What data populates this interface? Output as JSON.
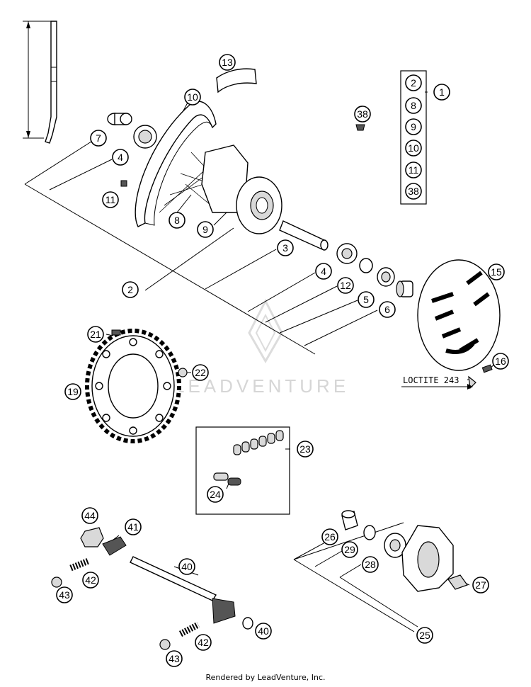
{
  "callouts": [
    {
      "label": "1"
    },
    {
      "label": "2"
    },
    {
      "label": "3"
    },
    {
      "label": "4"
    },
    {
      "label": "5"
    },
    {
      "label": "6"
    },
    {
      "label": "7"
    },
    {
      "label": "8"
    },
    {
      "label": "9"
    },
    {
      "label": "10"
    },
    {
      "label": "11"
    },
    {
      "label": "12"
    },
    {
      "label": "13"
    },
    {
      "label": "15"
    },
    {
      "label": "16"
    },
    {
      "label": "19"
    },
    {
      "label": "21"
    },
    {
      "label": "22"
    },
    {
      "label": "23"
    },
    {
      "label": "24"
    },
    {
      "label": "25"
    },
    {
      "label": "26"
    },
    {
      "label": "27"
    },
    {
      "label": "28"
    },
    {
      "label": "29"
    },
    {
      "label": "38"
    },
    {
      "label": "40"
    },
    {
      "label": "41"
    },
    {
      "label": "42"
    },
    {
      "label": "43"
    },
    {
      "label": "44"
    }
  ],
  "kit_list": [
    "2",
    "8",
    "9",
    "10",
    "11",
    "38"
  ],
  "loctite_label": "LOCTITE 243",
  "watermark": "LEADVENTURE",
  "footer": "Rendered by LeadVenture, Inc."
}
